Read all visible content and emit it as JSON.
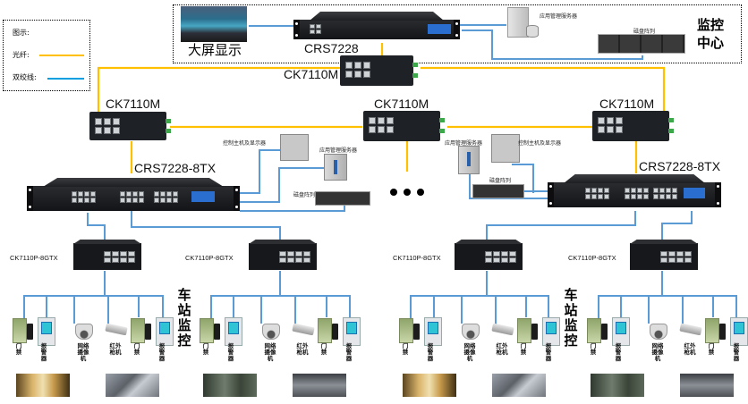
{
  "legend": {
    "title": "图示:",
    "fiber_label": "光纤:",
    "twisted_pair_label": "双绞线:",
    "fiber_color": "#FFC000",
    "twisted_pair_color": "#5B9BD5"
  },
  "control_center": {
    "title_line1": "监控",
    "title_line2": "中心",
    "big_screen_label": "大屏显示",
    "core_switch_label": "CRS7228",
    "app_server_label": "应用管理服务器",
    "disk_array_label": "磁盘阵列"
  },
  "ring": {
    "top_switch_label": "CK7110M",
    "nodes": [
      {
        "label": "CK7110M"
      },
      {
        "label": "CK7110M"
      },
      {
        "label": "CK7110M"
      }
    ],
    "more_indicator": "• • •"
  },
  "stations": [
    {
      "switch_label": "CRS7228-8TX",
      "control_host_label": "控制主机及显示器",
      "app_server_label": "应用管理服务器",
      "disk_array_label": "磁盘阵列",
      "station_label": "车站监控",
      "access_switches": [
        {
          "label": "CK7110P-8GTX",
          "devices": [
            {
              "label": "门禁",
              "type": "access-control"
            },
            {
              "label": "报警器",
              "type": "alarm"
            },
            {
              "label": "网络摄像机",
              "type": "dome-camera"
            },
            {
              "label": "红外枪机",
              "type": "bullet-camera"
            },
            {
              "label": "门禁",
              "type": "access-control"
            },
            {
              "label": "报警器",
              "type": "alarm"
            }
          ],
          "scenes": [
            "platform",
            "turnstiles"
          ]
        },
        {
          "label": "CK7110P-8GTX",
          "devices": [
            {
              "label": "门禁",
              "type": "access-control"
            },
            {
              "label": "报警器",
              "type": "alarm"
            },
            {
              "label": "网络摄像机",
              "type": "dome-camera"
            },
            {
              "label": "红外枪机",
              "type": "bullet-camera"
            },
            {
              "label": "门禁",
              "type": "access-control"
            },
            {
              "label": "报警器",
              "type": "alarm"
            }
          ],
          "scenes": [
            "hall",
            "signboard"
          ]
        }
      ]
    },
    {
      "switch_label": "CRS7228-8TX",
      "control_host_label": "控制主机及显示器",
      "app_server_label": "应用管理服务器",
      "disk_array_label": "磁盘阵列",
      "station_label": "车站监控",
      "access_switches": [
        {
          "label": "CK7110P-8GTX",
          "devices": [
            {
              "label": "门禁",
              "type": "access-control"
            },
            {
              "label": "报警器",
              "type": "alarm"
            },
            {
              "label": "网络摄像机",
              "type": "dome-camera"
            },
            {
              "label": "红外枪机",
              "type": "bullet-camera"
            },
            {
              "label": "门禁",
              "type": "access-control"
            },
            {
              "label": "报警器",
              "type": "alarm"
            }
          ],
          "scenes": [
            "platform",
            "turnstiles"
          ]
        },
        {
          "label": "CK7110P-8GTX",
          "devices": [
            {
              "label": "门禁",
              "type": "access-control"
            },
            {
              "label": "报警器",
              "type": "alarm"
            },
            {
              "label": "网络摄像机",
              "type": "dome-camera"
            },
            {
              "label": "红外枪机",
              "type": "bullet-camera"
            },
            {
              "label": "门禁",
              "type": "access-control"
            },
            {
              "label": "报警器",
              "type": "alarm"
            }
          ],
          "scenes": [
            "hall",
            "signboard"
          ]
        }
      ]
    }
  ]
}
